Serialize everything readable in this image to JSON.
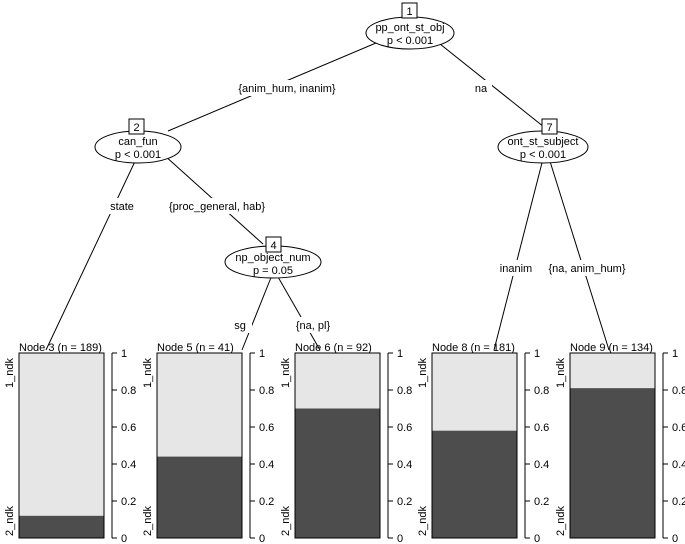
{
  "inner_nodes": [
    {
      "id": "1",
      "variable": "pp_ont_st_obj",
      "p": "p < 0.001"
    },
    {
      "id": "2",
      "variable": "can_fun",
      "p": "p < 0.001"
    },
    {
      "id": "4",
      "variable": "np_object_num",
      "p": "p = 0.05"
    },
    {
      "id": "7",
      "variable": "ont_st_subject",
      "p": "p < 0.001"
    }
  ],
  "edge_labels": [
    "{anim_hum, inanim}",
    "na",
    "state",
    "{proc_general, hab}",
    "sg",
    "{na, pl}",
    "inanim",
    "{na, anim_hum}"
  ],
  "terminal_nodes": [
    {
      "label": "Node 3 (n = 189)",
      "share_2_ndk": 0.12
    },
    {
      "label": "Node 5 (n = 41)",
      "share_2_ndk": 0.44
    },
    {
      "label": "Node 6 (n = 92)",
      "share_2_ndk": 0.7
    },
    {
      "label": "Node 8 (n = 181)",
      "share_2_ndk": 0.58
    },
    {
      "label": "Node 9 (n = 134)",
      "share_2_ndk": 0.81
    }
  ],
  "y_ticks": [
    "1",
    "0.8",
    "0.6",
    "0.4",
    "0.2",
    "0"
  ],
  "category_labels": {
    "top": "1_ndk",
    "bottom": "2_ndk"
  },
  "colors": {
    "dark": "#4d4d4d",
    "light": "#e6e6e6"
  }
}
